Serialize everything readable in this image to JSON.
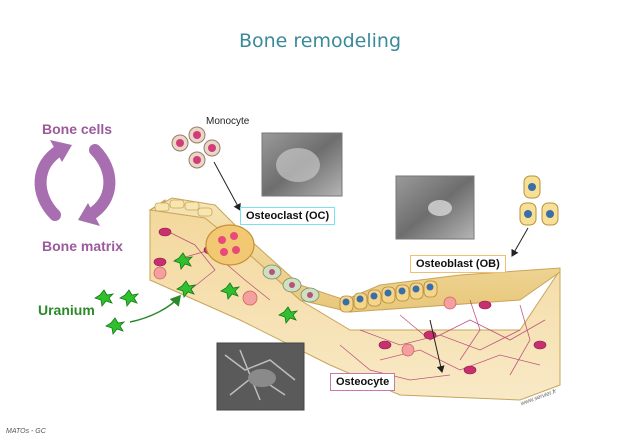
{
  "title": "Bone remodeling",
  "labels": {
    "bone_cells": "Bone cells",
    "bone_matrix": "Bone matrix",
    "uranium": "Uranium",
    "monocyte": "Monocyte",
    "osteoclast": "Osteoclast (OC)",
    "osteoblast": "Osteoblast (OB)",
    "osteocyte": "Osteocyte"
  },
  "footer": "MATOs - GC",
  "credit": "www.servier.fr",
  "colors": {
    "title": "#3a8a9a",
    "bone_label": "#9b5a9c",
    "uranium": "#2a8a2a",
    "osteoclast_border": "#7ee0ee",
    "osteoblast_border": "#f0c070",
    "osteocyte_border": "#c77aa5"
  },
  "icons": [
    "cycle-arrows-icon",
    "uranium-star-icon",
    "arrow-icon"
  ]
}
